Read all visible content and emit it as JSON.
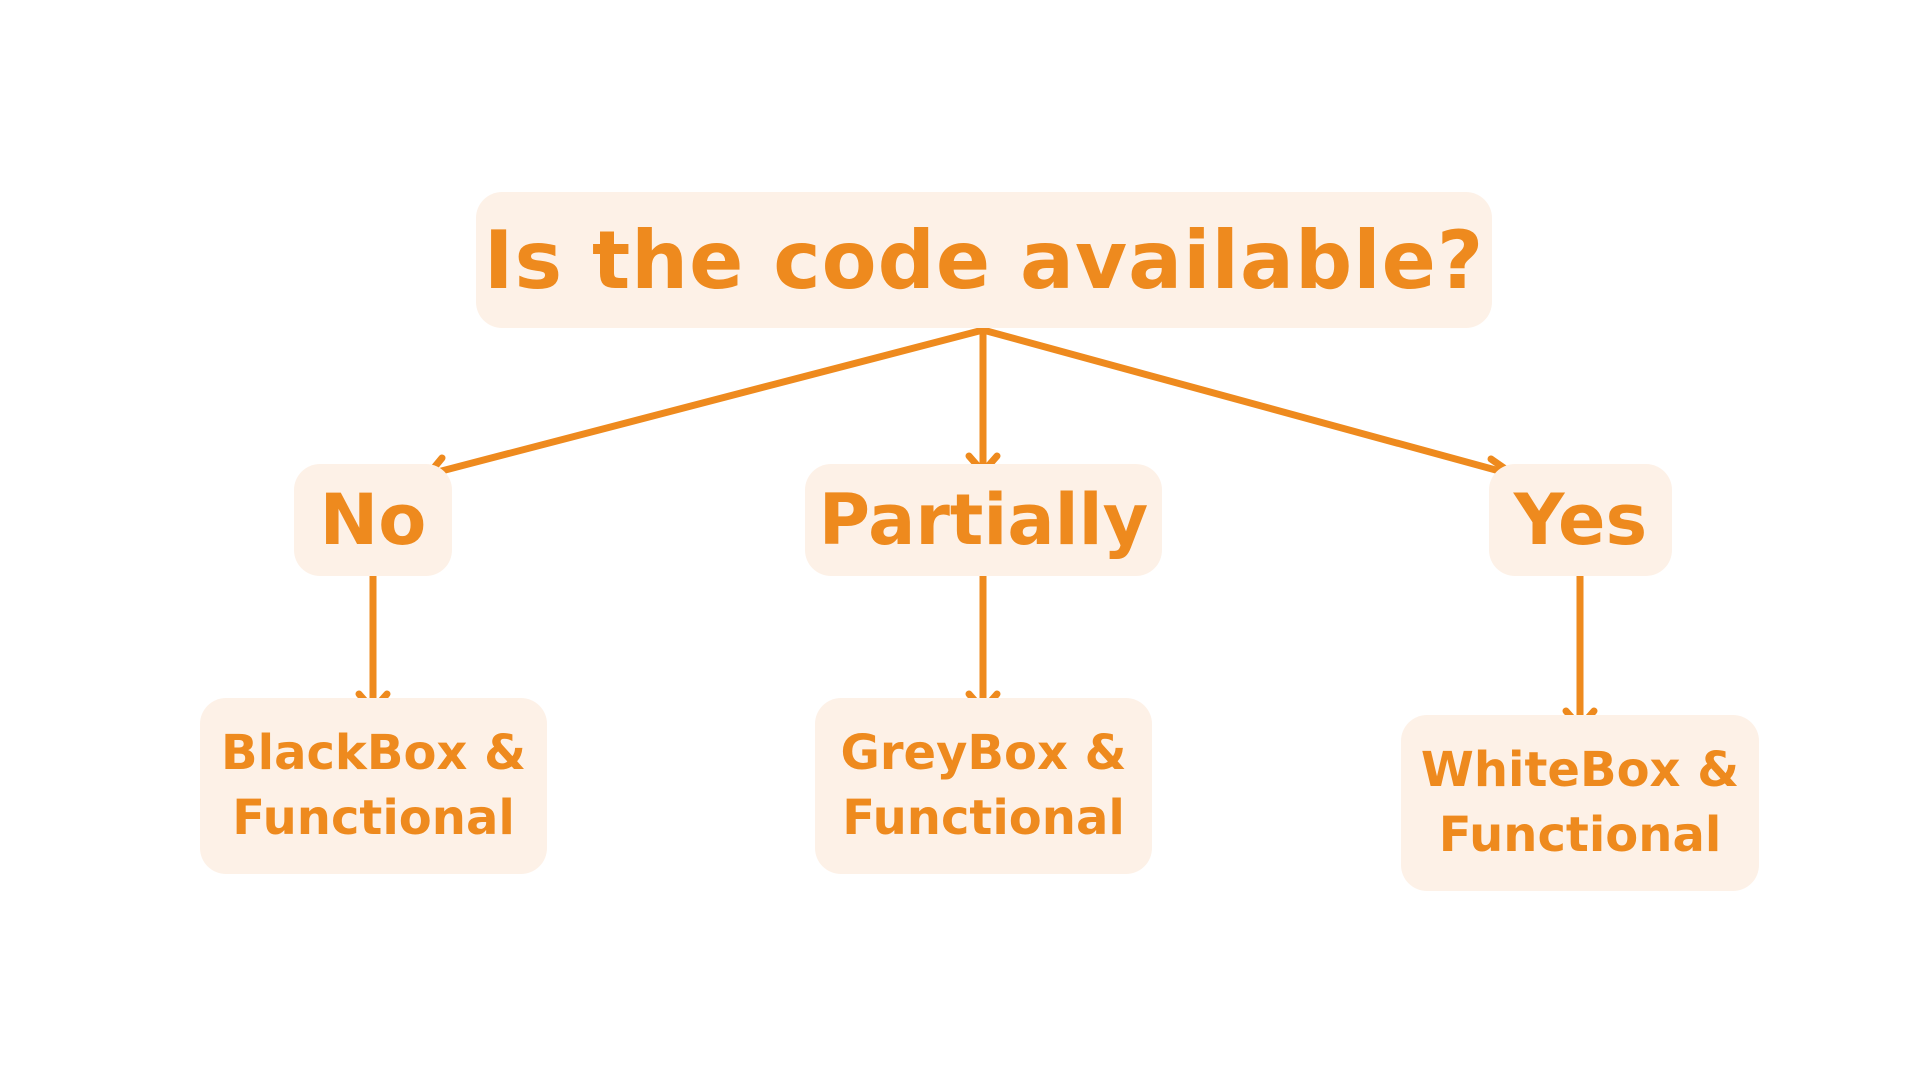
{
  "diagram": {
    "root": {
      "label": "Is the code available?"
    },
    "branches": [
      {
        "label": "No",
        "outcome": [
          "BlackBox &",
          "Functional"
        ]
      },
      {
        "label": "Partially",
        "outcome": [
          "GreyBox &",
          "Functional"
        ]
      },
      {
        "label": "Yes",
        "outcome": [
          "WhiteBox &",
          "Functional"
        ]
      }
    ],
    "colors": {
      "text": "#ee8a1e",
      "node_fill": "#fdf1e7",
      "arrow": "#ee8a1e",
      "background": "#ffffff"
    }
  }
}
